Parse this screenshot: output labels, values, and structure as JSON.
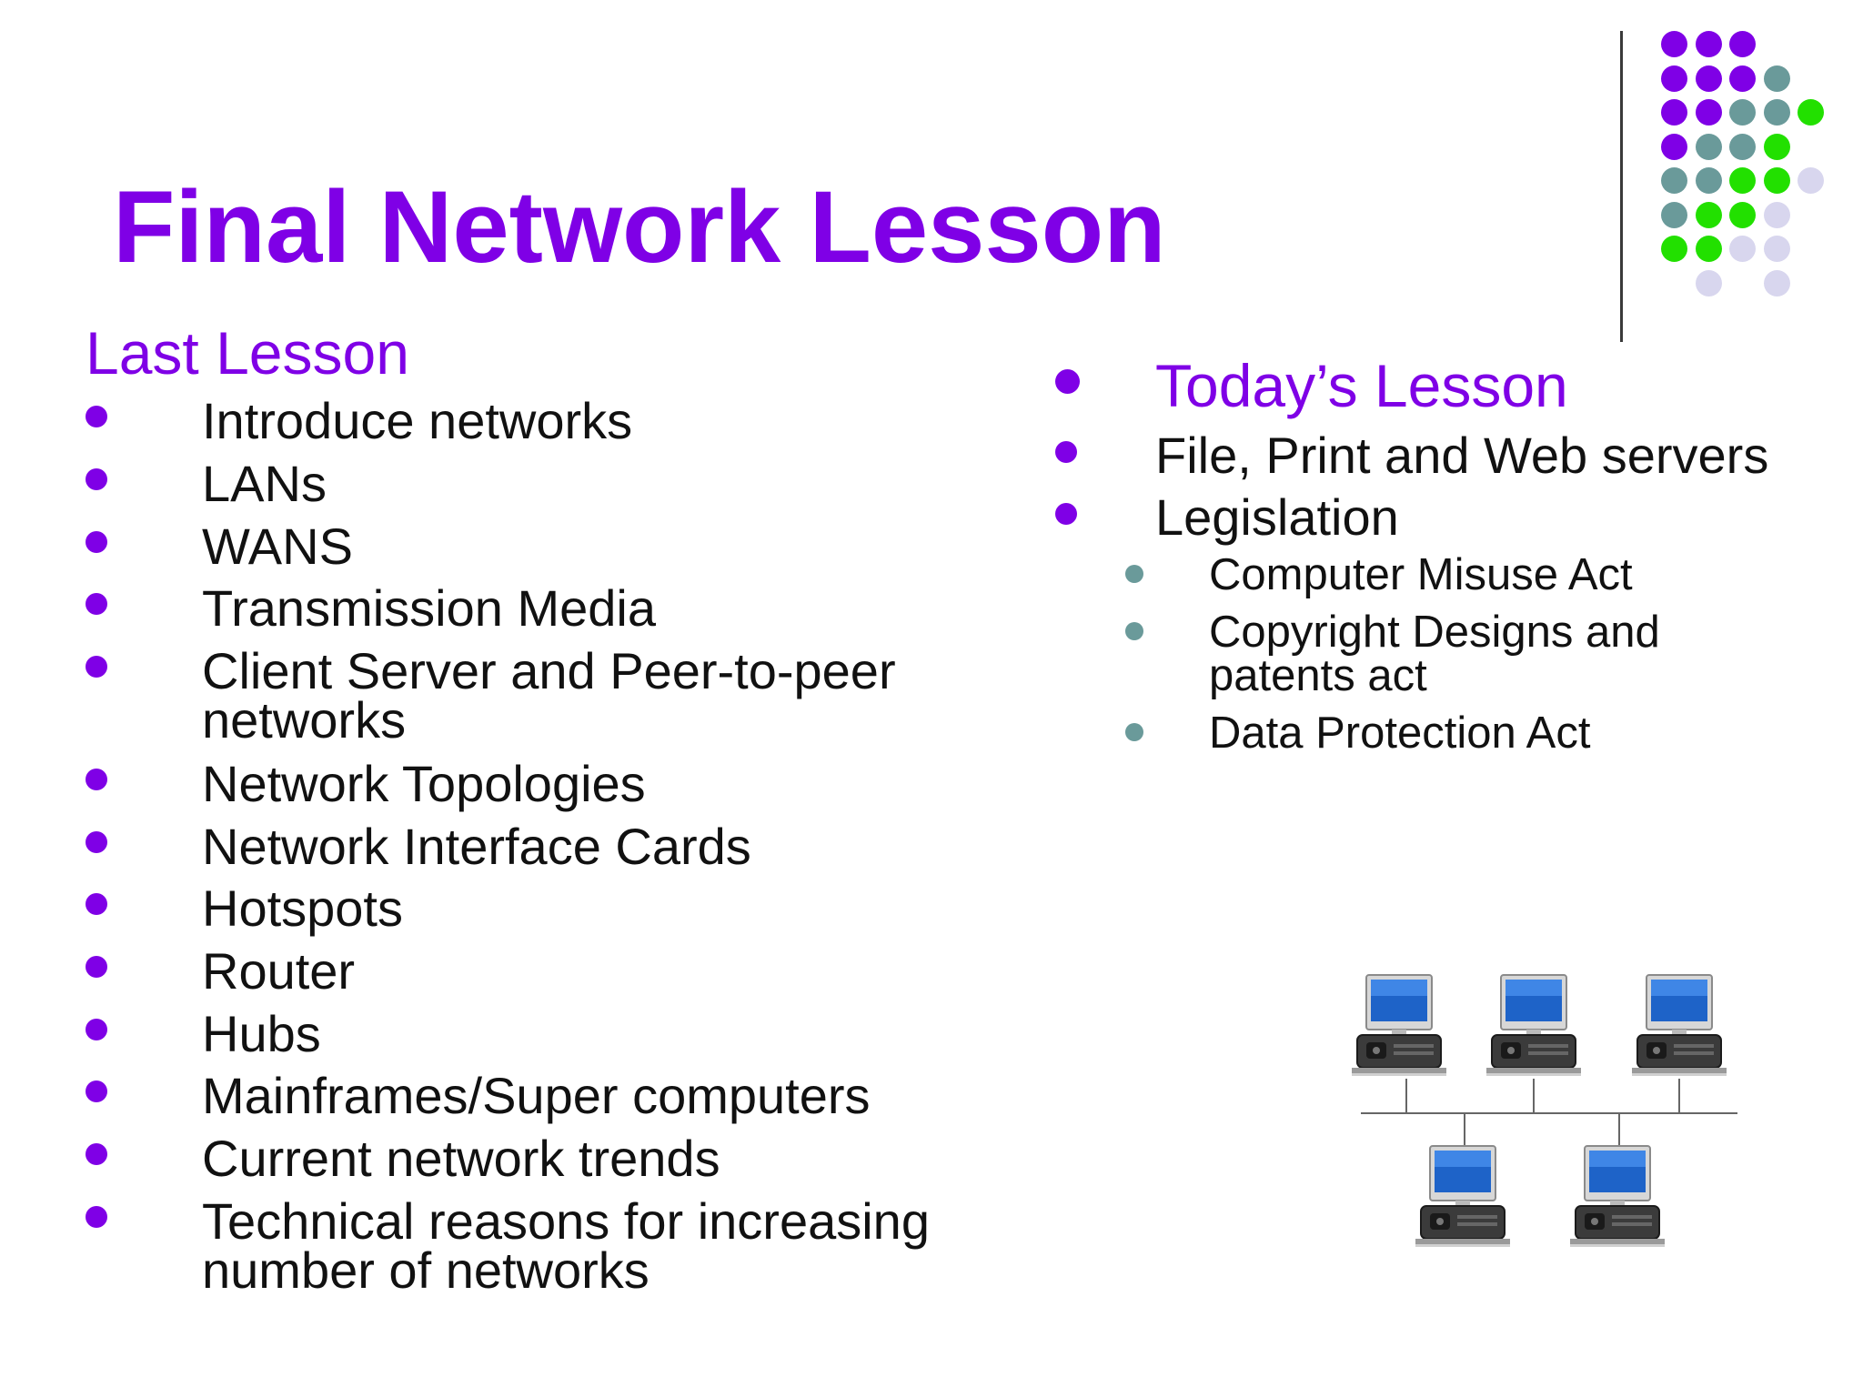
{
  "title": "Final Network Lesson",
  "left": {
    "heading": "Last Lesson",
    "items": [
      "Introduce networks",
      "LANs",
      "WANS",
      "Transmission Media",
      "Client Server and Peer-to-peer networks",
      "Network Topologies",
      "Network Interface Cards",
      "Hotspots",
      "Router",
      "Hubs",
      "Mainframes/Super computers",
      "Current network trends",
      "Technical reasons for increasing number of networks"
    ]
  },
  "right": {
    "items": [
      "Today’s Lesson",
      "File, Print and Web servers",
      "Legislation"
    ],
    "sub_items": [
      "Computer Misuse Act",
      "Copyright Designs and patents act",
      "Data Protection Act"
    ]
  },
  "colors": {
    "accent_purple": "#7f00e6",
    "teal": "#6a9a9a",
    "green": "#22e000",
    "lavender": "#d8d6ee",
    "text": "#111111"
  },
  "icons": [
    "desktop-computer-icon",
    "bus-network-line"
  ]
}
